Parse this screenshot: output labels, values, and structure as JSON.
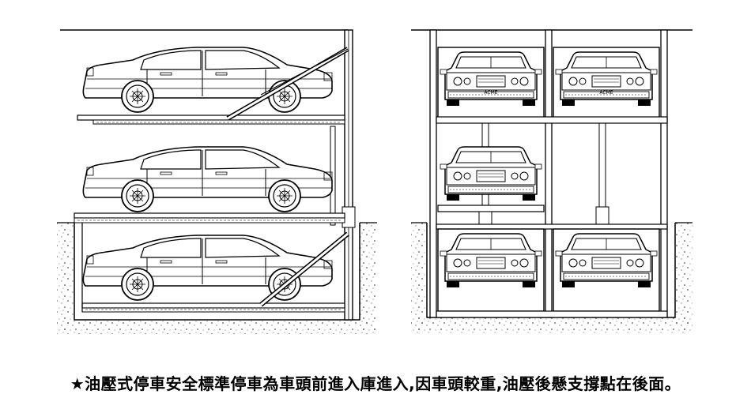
{
  "caption": "★油壓式停車安全標準停車為車頭前進入庫進入,因車頭較重,油壓後懸支撐點在後面。",
  "side_view": {
    "levels": [
      "upper-car",
      "middle-car",
      "lower-car"
    ]
  },
  "front_view": {
    "rows": [
      {
        "row": "top",
        "columns": [
          "left",
          "right"
        ]
      },
      {
        "row": "middle",
        "columns": [
          "left"
        ]
      },
      {
        "row": "bottom",
        "columns": [
          "left",
          "right"
        ]
      }
    ],
    "plate_label": "ACME"
  },
  "colors": {
    "line": "#000000",
    "ground": "#999999",
    "background": "#ffffff"
  }
}
